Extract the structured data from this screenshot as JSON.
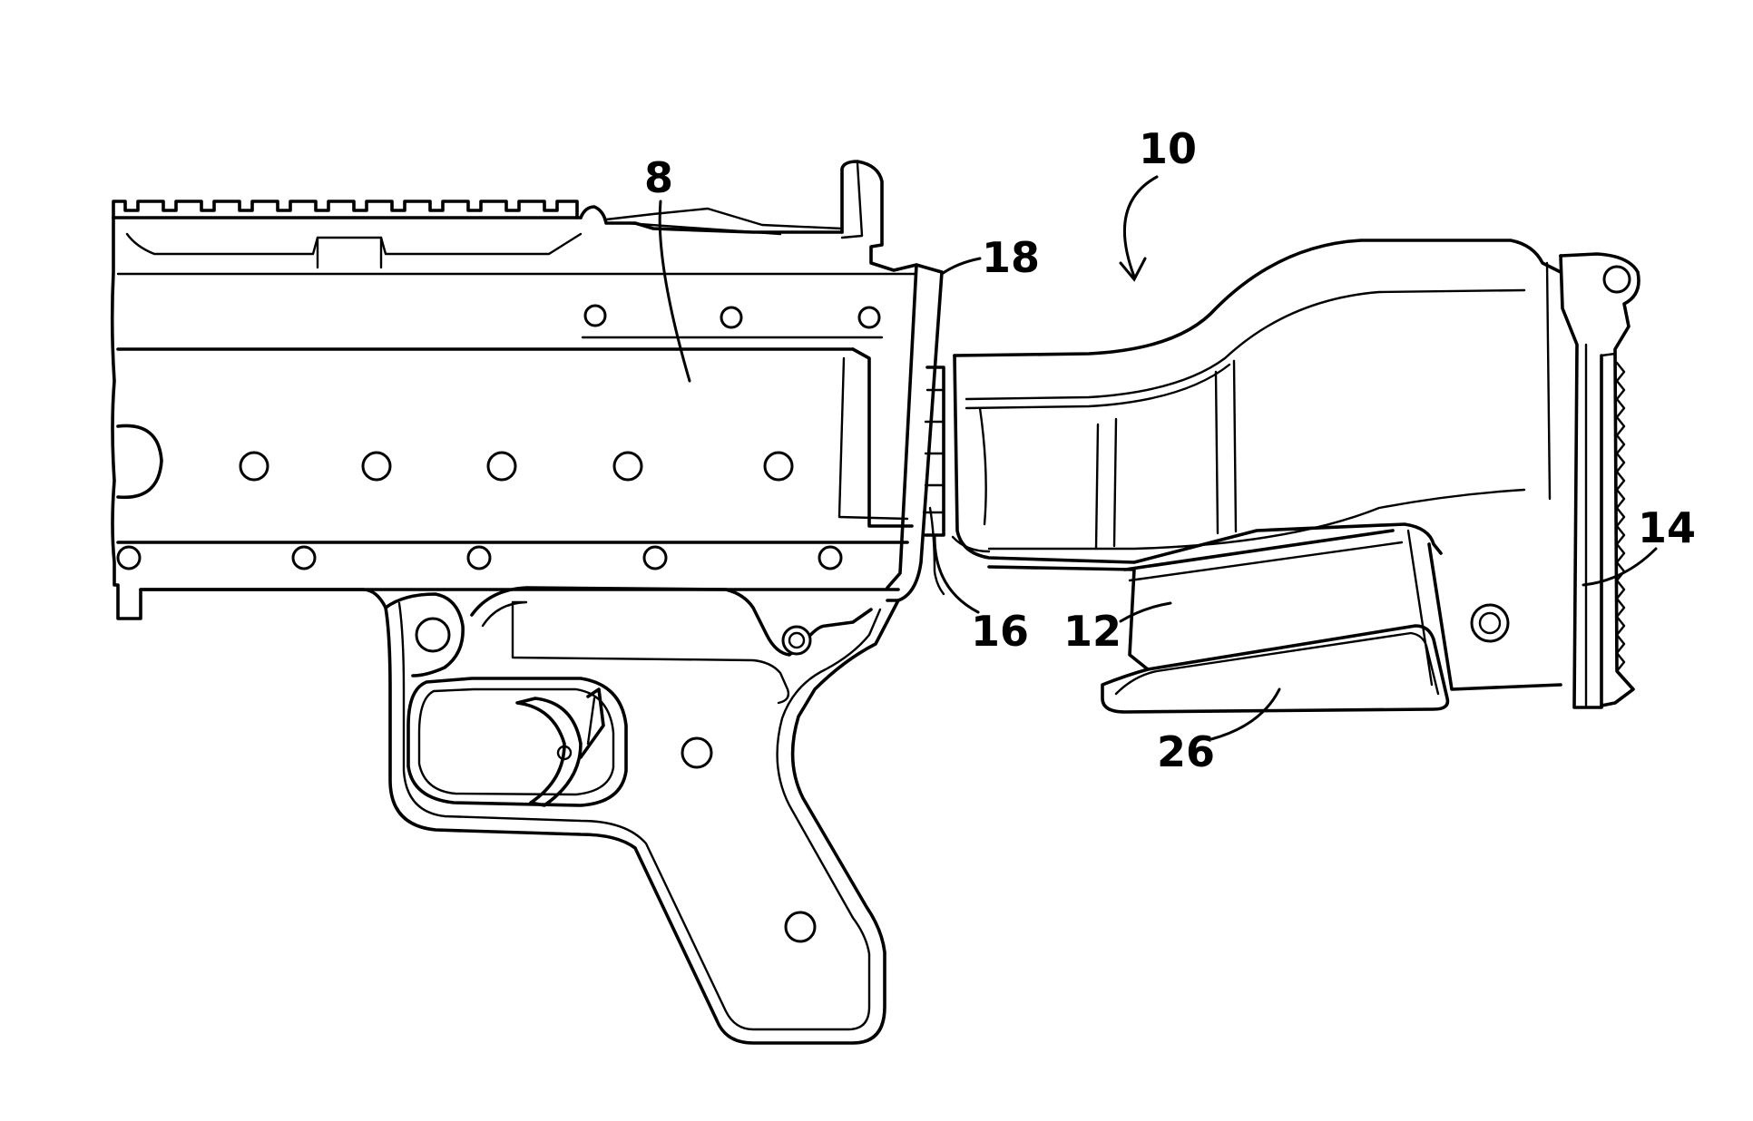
{
  "labels": {
    "ref_8": "8",
    "ref_10": "10",
    "ref_12": "12",
    "ref_14": "14",
    "ref_16": "16",
    "ref_18": "18",
    "ref_26": "26"
  }
}
